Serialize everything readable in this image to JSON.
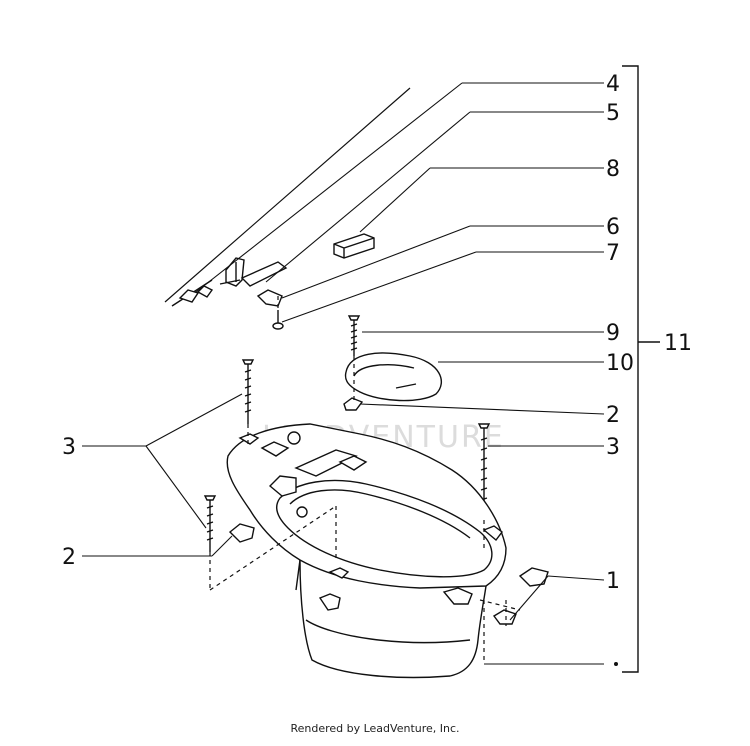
{
  "watermark": "LEADVENTURE",
  "credit": "Rendered by LeadVenture, Inc.",
  "callouts": {
    "n4": "4",
    "n5": "5",
    "n8": "8",
    "n6": "6",
    "n7": "7",
    "n9": "9",
    "n11": "11",
    "n10": "10",
    "n2_right": "2",
    "n3_right": "3",
    "n3_left": "3",
    "n2_left": "2",
    "n1": "1"
  }
}
